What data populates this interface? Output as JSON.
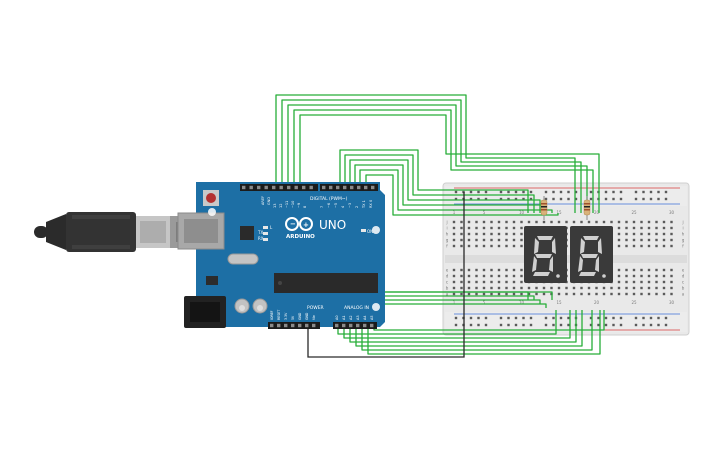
{
  "board": {
    "brand_label": "ARDUINO",
    "model_label": "UNO",
    "digital_label": "DIGITAL (PWM~)",
    "power_label": "POWER",
    "analog_label": "ANALOG IN",
    "on_label": "ON",
    "l_label": "L",
    "tx_label": "TX",
    "rx_label": "RX",
    "aref_label": "AREF",
    "gnd_label": "GND",
    "digital_pins": [
      "13",
      "12",
      "~11",
      "~10",
      "~9",
      "8",
      "7",
      "~6",
      "~5",
      "4",
      "~3",
      "2",
      "TX 1",
      "RX 0"
    ],
    "power_pins": [
      "IOREF",
      "RESET",
      "3.3V",
      "5V",
      "GND",
      "GND",
      "Vin"
    ],
    "analog_pins": [
      "A0",
      "A1",
      "A2",
      "A3",
      "A4",
      "A5"
    ]
  },
  "breadboard": {
    "row_letters_top": [
      "j",
      "i",
      "h",
      "g",
      "f"
    ],
    "row_letters_bottom": [
      "e",
      "d",
      "c",
      "b",
      "a"
    ],
    "column_numbers": [
      "1",
      "5",
      "10",
      "15",
      "20",
      "25",
      "30"
    ]
  },
  "colors": {
    "board_blue": "#1d6fa5",
    "wire_green": "#27ae38",
    "wire_black": "#2a2a2a",
    "display_body": "#3a3a3a",
    "segment_gray": "#d0d0d0",
    "resistor_tan": "#d9b27a",
    "rail_red": "#d63b3b",
    "rail_blue": "#3b6fd6"
  },
  "icons": {
    "usb": "usb-cable-icon",
    "logo": "infinity-logo-icon"
  }
}
